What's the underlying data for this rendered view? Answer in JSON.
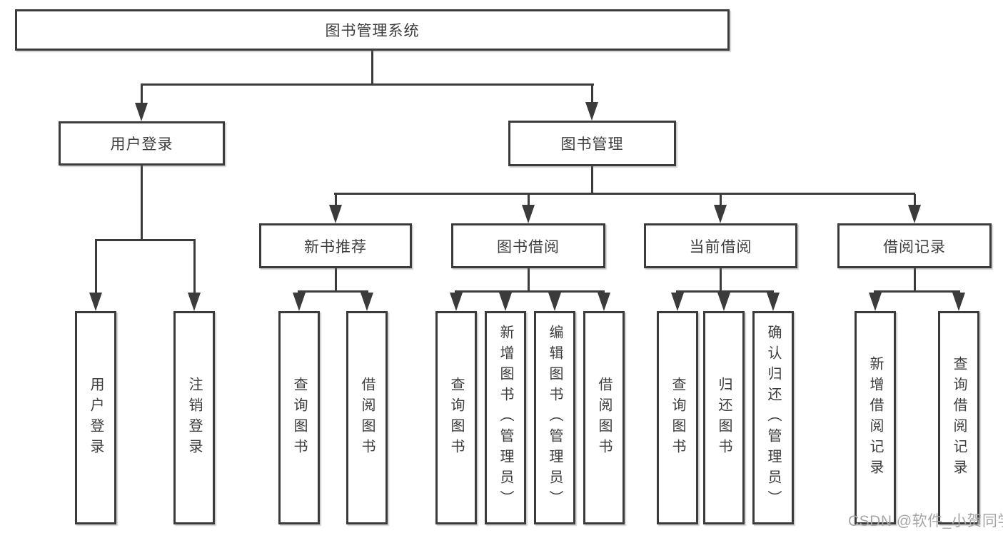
{
  "tree": {
    "root": {
      "label": "图书管理系统"
    },
    "level2": [
      {
        "label": "用户登录",
        "children": [
          {
            "label": "用户登录"
          },
          {
            "label": "注销登录"
          }
        ]
      },
      {
        "label": "图书管理",
        "children": [
          {
            "label": "新书推荐",
            "children": [
              {
                "label": "查询图书"
              },
              {
                "label": "借阅图书"
              }
            ]
          },
          {
            "label": "图书借阅",
            "children": [
              {
                "label": "查询图书"
              },
              {
                "label": "新增图书（管理员）"
              },
              {
                "label": "编辑图书（管理员）"
              },
              {
                "label": "借阅图书"
              }
            ]
          },
          {
            "label": "当前借阅",
            "children": [
              {
                "label": "查询图书"
              },
              {
                "label": "归还图书"
              },
              {
                "label": "确认归还（管理员）"
              }
            ]
          },
          {
            "label": "借阅记录",
            "children": [
              {
                "label": "新增借阅记录"
              },
              {
                "label": "查询借阅记录"
              }
            ]
          }
        ]
      }
    ]
  },
  "watermark": {
    "text": "CSDN @软件_小贺同学"
  },
  "colors": {
    "line": "#3b3b3b",
    "text": "#3d3d3d",
    "box_fill": "#ffffff",
    "watermark": "#a6a6a6",
    "background": "#ffffff"
  }
}
